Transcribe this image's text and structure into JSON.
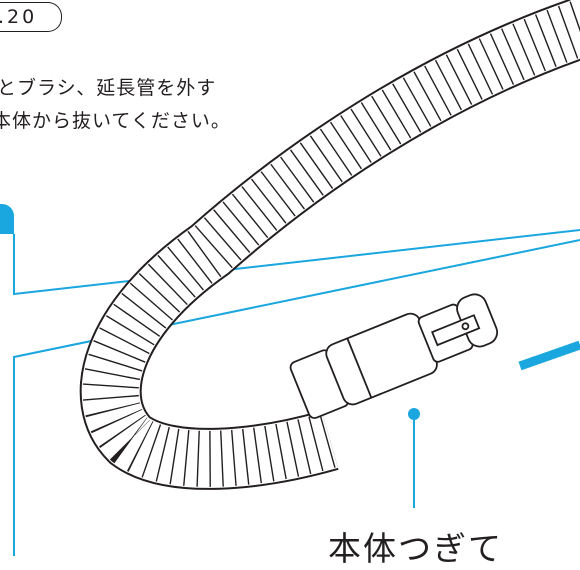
{
  "page_ref": ".20",
  "instructions": {
    "line1": "とブラシ、延長管を外す",
    "line2": "本体から抜いてください。"
  },
  "callout": {
    "label": "本体つぎて"
  },
  "colors": {
    "accent": "#1aa6de",
    "ink": "#231f20"
  }
}
